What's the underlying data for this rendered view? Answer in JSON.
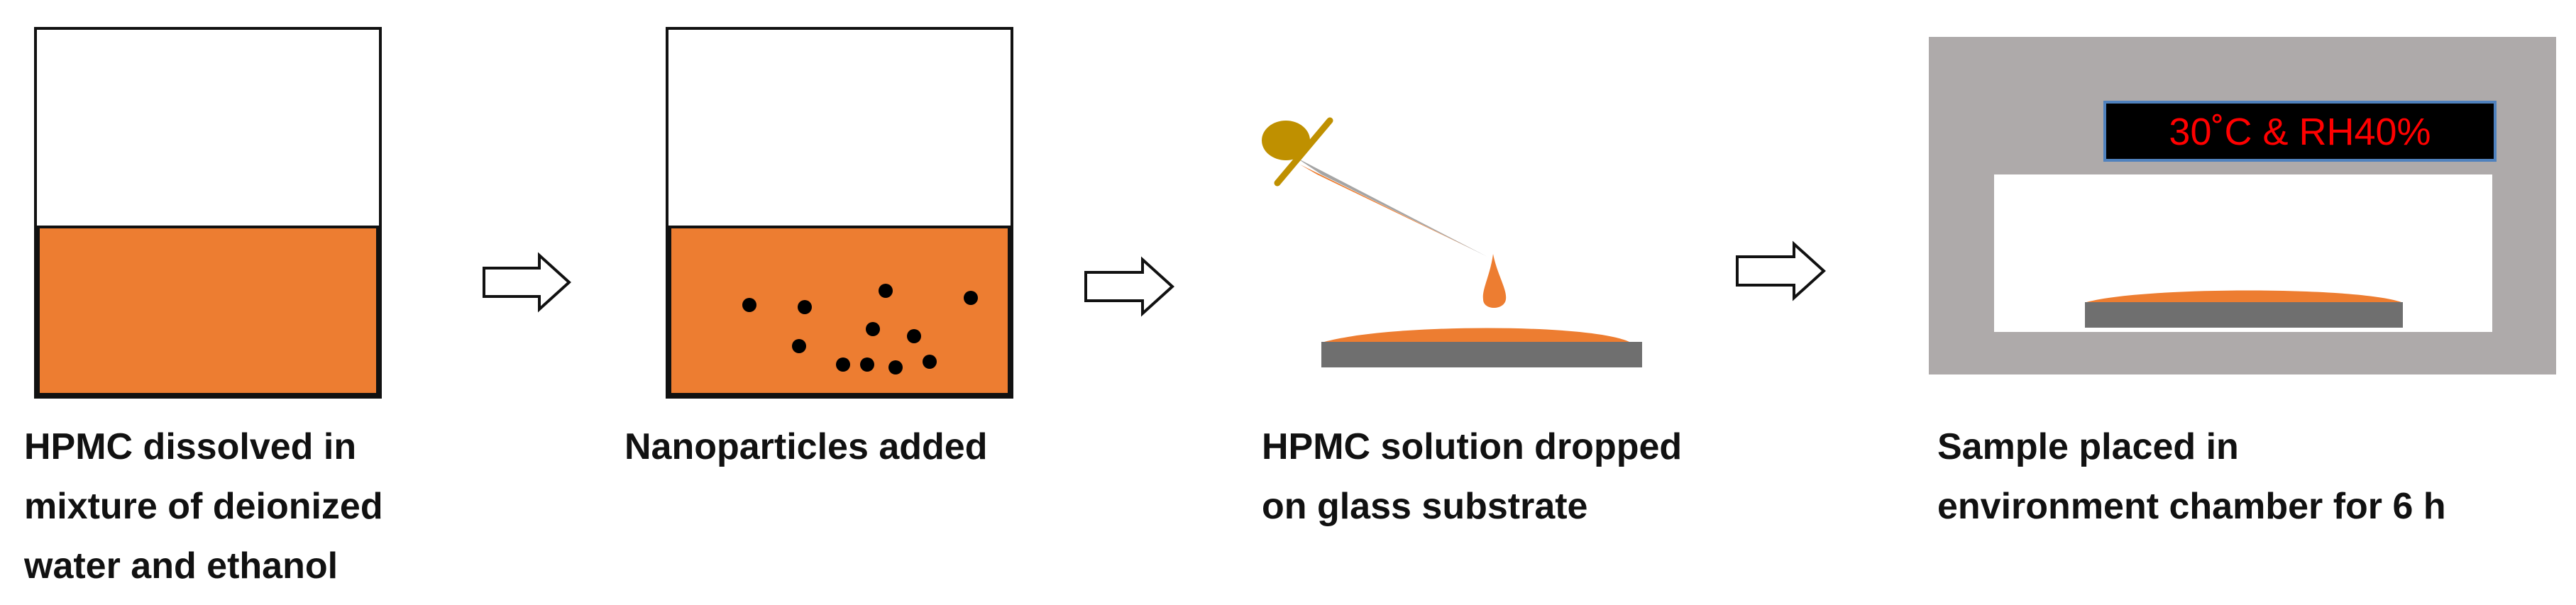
{
  "steps": [
    {
      "id": "dissolve",
      "caption_lines": [
        "HPMC dissolved in",
        "mixture of deionized",
        "water and ethanol"
      ]
    },
    {
      "id": "nanoparticles",
      "caption_lines": [
        "Nanoparticles added"
      ]
    },
    {
      "id": "drop",
      "caption_lines": [
        "HPMC solution dropped",
        "on glass substrate"
      ]
    },
    {
      "id": "chamber",
      "caption_lines": [
        "Sample placed in",
        "environment chamber for 6 h"
      ]
    }
  ],
  "chamber_display": {
    "text": "30˚C & RH40%",
    "text_color": "#ff0000",
    "background_color": "#000000",
    "border_color": "#4f81bd"
  },
  "arrows": [
    {
      "icon": "hollow-right-arrow-icon"
    },
    {
      "icon": "hollow-right-arrow-icon"
    },
    {
      "icon": "hollow-right-arrow-icon"
    }
  ],
  "colors": {
    "solution": "#ed7d31",
    "nanoparticle": "#000000",
    "glass_substrate": "#6f6f6f",
    "chamber_wall": "#aeaaaa",
    "pipette_bulb": "#bf9000",
    "pipette_body": "#a5a5a5",
    "caption_text": "#111111"
  }
}
